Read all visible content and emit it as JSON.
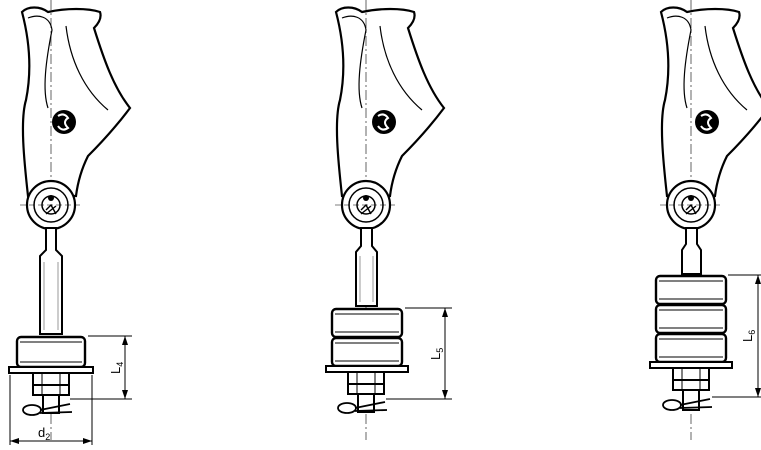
{
  "figure": {
    "variants": [
      {
        "id": "variant-1",
        "dimension_label": "L",
        "dimension_subscript": "4",
        "diameter_label": "d",
        "diameter_subscript": "2"
      },
      {
        "id": "variant-2",
        "dimension_label": "L",
        "dimension_subscript": "5"
      },
      {
        "id": "variant-3",
        "dimension_label": "L",
        "dimension_subscript": "6"
      }
    ],
    "logo_icon": "ganter-logo-icon",
    "pin_icon": "spring-cotter-pin-icon",
    "colors": {
      "line": "#000000",
      "background": "#ffffff",
      "shading": "#9a9a9a"
    }
  }
}
